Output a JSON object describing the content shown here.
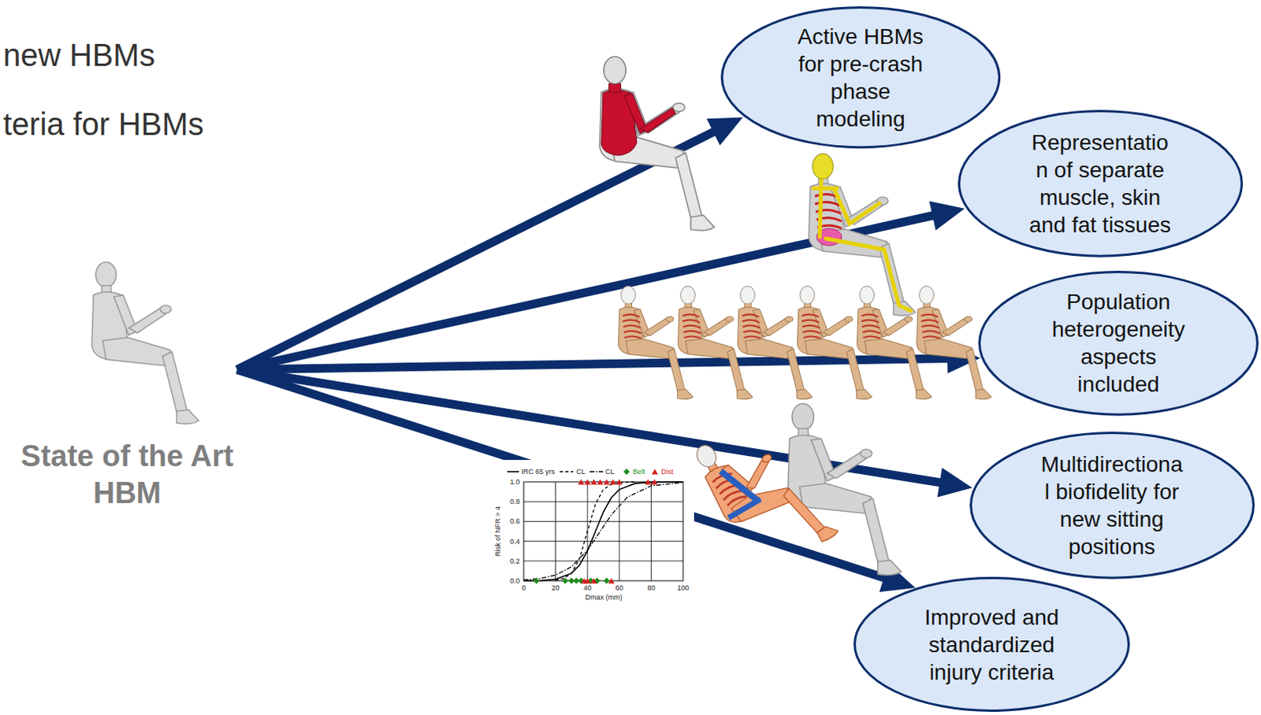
{
  "diagram": {
    "nodes": [
      {
        "text": [
          "State of the Art HBM"
        ]
      },
      {
        "text": [
          "Active HBMs for pre-crash phase modeling"
        ]
      },
      {
        "text": [
          "Representatio n of separate muscle, skin and fat tissues"
        ]
      },
      {
        "text": [
          "Population heterogeneity aspects included"
        ]
      },
      {
        "text": [
          "Multidirectiona l biofidelity for new sitting positions"
        ]
      },
      {
        "text": [
          "Improved and standardized injury criteria"
        ]
      }
    ],
    "edges": [
      {
        "from": 0,
        "to": 1,
        "arrow": "to"
      },
      {
        "from": 0,
        "to": 2,
        "arrow": "to"
      },
      {
        "from": 0,
        "to": 3,
        "arrow": "to"
      },
      {
        "from": 0,
        "to": 4,
        "arrow": "to"
      },
      {
        "from": 0,
        "to": 5,
        "arrow": "to"
      }
    ],
    "labels": [
      "new HBMs",
      "teria for HBMs",
      "1.0",
      "0.8",
      "0.6",
      "0.4",
      "0.2",
      "0.0",
      "Risk of NFR > 4",
      "0",
      "20",
      "40",
      "60",
      "80",
      "100",
      "Dmax (mm)"
    ],
    "legend": [
      {
        "text": "IRC 65 yrs"
      },
      {
        "text": "CL"
      },
      {
        "text": "CL"
      },
      {
        "text": "Belt"
      },
      {
        "text": "Dist"
      }
    ]
  }
}
